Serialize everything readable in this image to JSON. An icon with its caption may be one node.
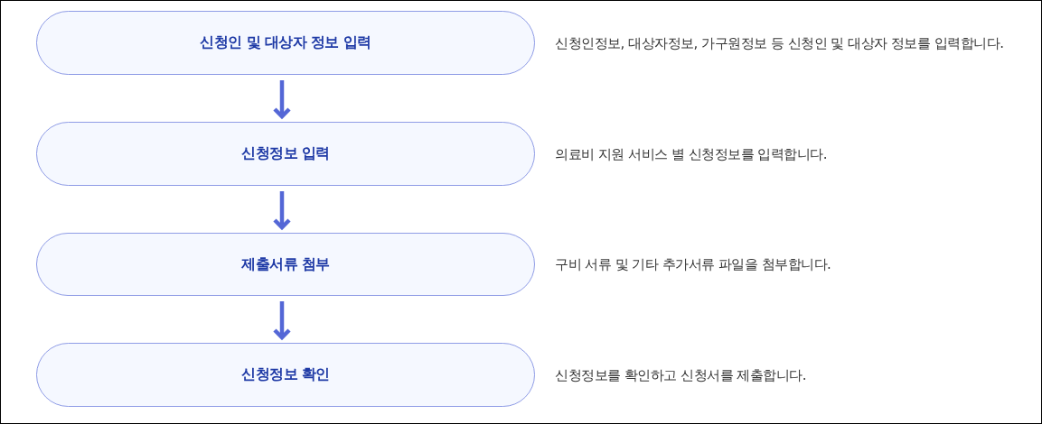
{
  "diagram": {
    "nodes": [
      {
        "text": [
          "신청인 및 대상자 정보 입력"
        ],
        "beside": [
          "신청인정보, 대상자정보, 가구원정보 등 신청인 및 대상자 정보를 입력합니다."
        ]
      },
      {
        "text": [
          "신청정보 입력"
        ],
        "beside": [
          "의료비 지원 서비스 별 신청정보를 입력합니다."
        ]
      },
      {
        "text": [
          "제출서류 첨부"
        ],
        "beside": [
          "구비 서류 및 기타 추가서류 파일을 첨부합니다."
        ]
      },
      {
        "text": [
          "신청정보 확인"
        ],
        "beside": [
          "신청정보를 확인하고 신청서를 제출합니다."
        ]
      }
    ],
    "edges": [
      {
        "from": 0,
        "to": 1,
        "arrow": "to"
      },
      {
        "from": 1,
        "to": 2,
        "arrow": "to"
      },
      {
        "from": 2,
        "to": 3,
        "arrow": "to"
      }
    ]
  }
}
